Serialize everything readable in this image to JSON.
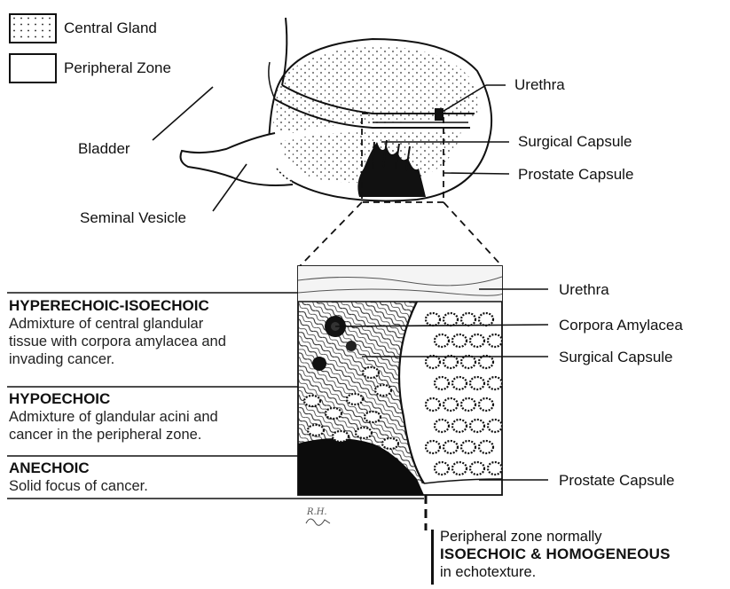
{
  "legend": {
    "central_gland": "Central Gland",
    "peripheral_zone": "Peripheral Zone"
  },
  "top_labels": {
    "bladder": "Bladder",
    "seminal_vesicle": "Seminal Vesicle",
    "urethra": "Urethra",
    "surgical_capsule": "Surgical Capsule",
    "prostate_capsule": "Prostate Capsule"
  },
  "detail_right": {
    "urethra": "Urethra",
    "corpora_amylacea": "Corpora Amylacea",
    "surgical_capsule": "Surgical Capsule",
    "prostate_capsule": "Prostate Capsule"
  },
  "echo_zones": [
    {
      "heading": "HYPERECHOIC-ISOECHOIC",
      "lines": [
        "Admixture of central glandular",
        "tissue with corpora amylacea and",
        "invading cancer."
      ]
    },
    {
      "heading": "HYPOECHOIC",
      "lines": [
        "Admixture of glandular acini and",
        "cancer in the peripheral zone."
      ]
    },
    {
      "heading": "ANECHOIC",
      "lines": [
        "Solid focus of cancer."
      ]
    }
  ],
  "signature": "R.H.",
  "note": {
    "line1_a": "Peripheral zo",
    "line1_b": "ne normally",
    "line2_a": "ISOECHOIC &",
    "line2_b": "HOMOGENEOUS",
    "line3": "in echotexture."
  },
  "colors": {
    "ink": "#111111",
    "background": "#ffffff",
    "line_gray": "#444444"
  }
}
